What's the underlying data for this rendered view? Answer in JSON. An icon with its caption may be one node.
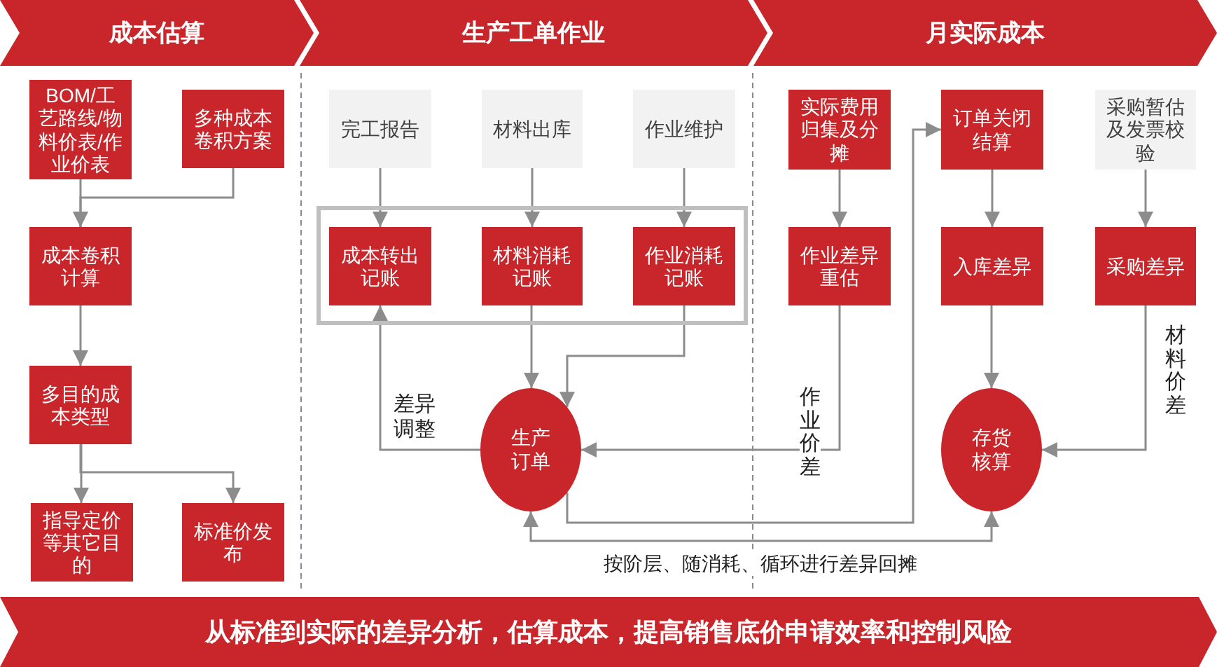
{
  "diagram": {
    "nodes": [
      {
        "text": [
          "成本估算"
        ]
      },
      {
        "text": [
          "生产工单作业"
        ]
      },
      {
        "text": [
          "月实际成本"
        ]
      },
      {
        "text": [
          "BOM/工艺路线/物料价表/作业价表"
        ]
      },
      {
        "text": [
          "多种成本卷积方案"
        ]
      },
      {
        "text": [
          "成本卷积计算"
        ]
      },
      {
        "text": [
          "多目的成本类型"
        ]
      },
      {
        "text": [
          "指导定价等其它目的"
        ]
      },
      {
        "text": [
          "标准价发布"
        ]
      },
      {
        "text": [
          "完工报告"
        ]
      },
      {
        "text": [
          "材料出库"
        ]
      },
      {
        "text": [
          "作业维护"
        ]
      },
      {
        "text": [],
        "shape": "box"
      },
      {
        "text": [
          "成本转出记账"
        ],
        "in": 12
      },
      {
        "text": [
          "材料消耗记账"
        ],
        "in": 12
      },
      {
        "text": [
          "作业消耗记账"
        ],
        "in": 12
      },
      {
        "text": [
          "生产订单"
        ]
      },
      {
        "text": [
          "实际费用归集及分摊"
        ]
      },
      {
        "text": [
          "订单关闭结算"
        ]
      },
      {
        "text": [
          "采购暂估及发票校验"
        ]
      },
      {
        "text": [
          "作业差异重估"
        ]
      },
      {
        "text": [
          "入库差异"
        ]
      },
      {
        "text": [
          "采购差异"
        ]
      },
      {
        "text": [
          "存货核算"
        ]
      },
      {
        "text": [
          "从标准到实际的差异分析，估算成本，提高销售底价申请效率和控制风险"
        ]
      }
    ],
    "edges": [
      {
        "from": 3,
        "to": 5,
        "arrow": "to"
      },
      {
        "from": 4,
        "to": 5,
        "arrow": "to"
      },
      {
        "from": 5,
        "to": 6,
        "arrow": "to"
      },
      {
        "from": 6,
        "to": 7,
        "arrow": "to"
      },
      {
        "from": 6,
        "to": 8,
        "arrow": "to"
      },
      {
        "from": 9,
        "to": 13,
        "arrow": "to"
      },
      {
        "from": 10,
        "to": 14,
        "arrow": "to"
      },
      {
        "from": 11,
        "to": 15,
        "arrow": "to"
      },
      {
        "from": 14,
        "to": 16,
        "arrow": "to"
      },
      {
        "from": 15,
        "to": 16,
        "arrow": "to"
      },
      {
        "from": 16,
        "to": 13,
        "arrow": "to",
        "label": "差异调整"
      },
      {
        "from": 17,
        "to": 20,
        "arrow": "to"
      },
      {
        "from": 18,
        "to": 21,
        "arrow": "to"
      },
      {
        "from": 19,
        "to": 22,
        "arrow": "to"
      },
      {
        "from": 21,
        "to": 23,
        "arrow": "to"
      },
      {
        "from": 22,
        "to": 23,
        "arrow": "to",
        "label": "材料价差"
      },
      {
        "from": 20,
        "to": 16,
        "arrow": "to",
        "label": "作业价差"
      },
      {
        "from": 16,
        "to": 18,
        "arrow": "to"
      },
      {
        "from": 16,
        "to": 23,
        "arrow": "both",
        "label": "按阶层、随消耗、循环进行差异回摊"
      }
    ]
  }
}
